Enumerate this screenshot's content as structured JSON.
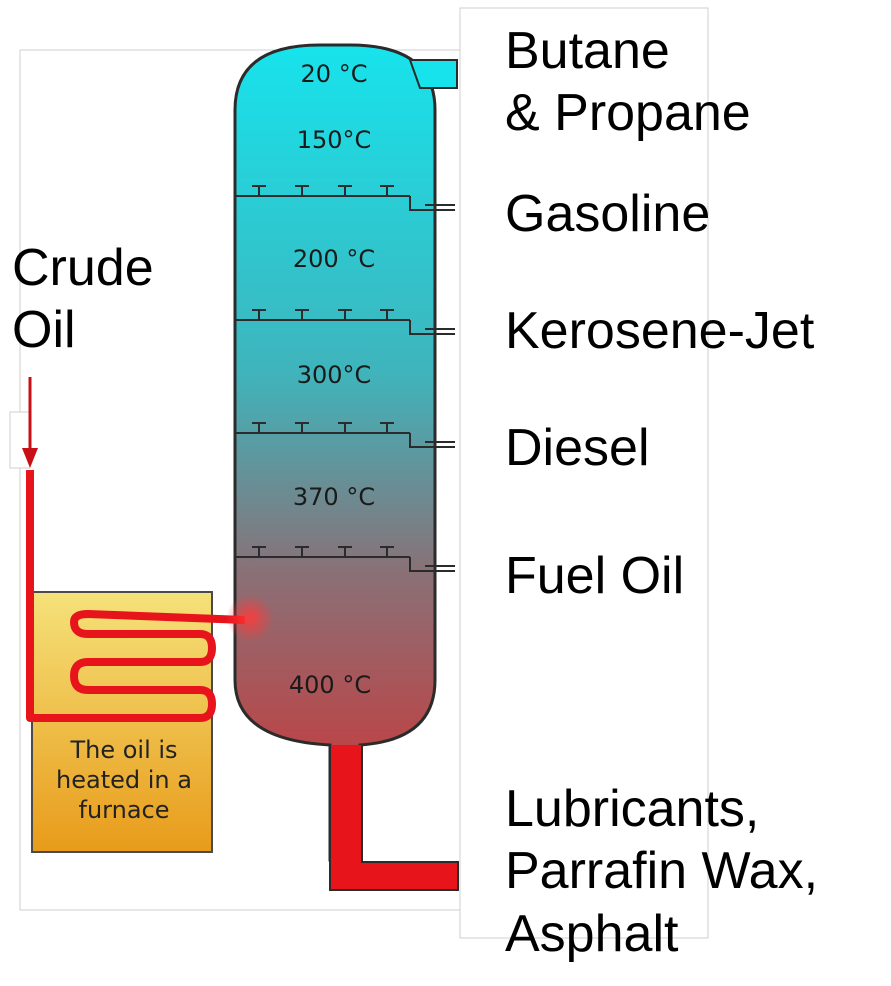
{
  "crude_label": "Crude\nOil",
  "furnace_label": "The oil is heated in a furnace",
  "temperatures": [
    "20 °C",
    "150°C",
    "200 °C",
    "300°C",
    "370 °C",
    "400 °C"
  ],
  "products": [
    "Butane\n& Propane",
    "Gasoline",
    "Kerosene-Jet",
    "Diesel",
    "Fuel Oil",
    "Lubricants,\nParrafin Wax,\nAsphalt"
  ],
  "colors": {
    "column_top": "#17e3ec",
    "column_bottom": "#d92b2b",
    "pipe": "#e8141c",
    "furnace_top": "#f5e27a",
    "furnace_bottom": "#e89b1a",
    "outline": "#2b2b2b"
  }
}
